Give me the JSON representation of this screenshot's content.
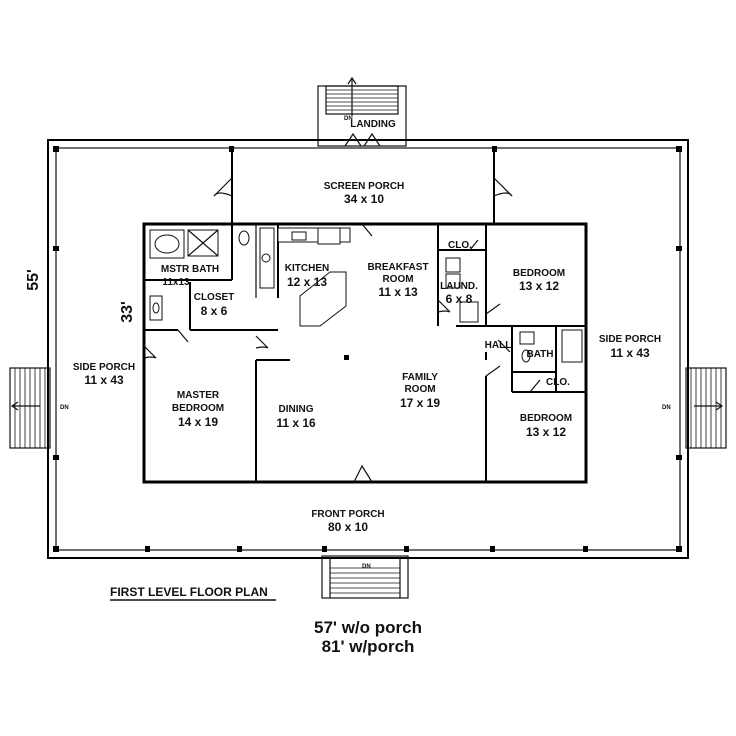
{
  "plan_title": "FIRST LEVEL FLOOR PLAN",
  "dimensions": {
    "overall_depth": "55'",
    "house_depth": "33'",
    "width_no_porch": "57' w/o porch",
    "width_with_porch": "81' w/porch"
  },
  "stair_labels": {
    "rear": "DN",
    "left": "DN",
    "right": "DN",
    "front": "DN"
  },
  "rooms": {
    "landing": {
      "name": "LANDING"
    },
    "screen_porch": {
      "name": "SCREEN PORCH",
      "size": "34 x 10"
    },
    "mstr_bath": {
      "name": "MSTR BATH",
      "size": "11x13"
    },
    "closet": {
      "name": "CLOSET",
      "size": "8 x 6"
    },
    "kitchen": {
      "name": "KITCHEN",
      "size": "12 x 13"
    },
    "breakfast": {
      "name_line1": "BREAKFAST",
      "name_line2": "ROOM",
      "size": "11 x 13"
    },
    "clo_top": {
      "name": "CLO."
    },
    "laundry": {
      "name": "LAUND.",
      "size": "6 x 8"
    },
    "bedroom_top": {
      "name": "BEDROOM",
      "size": "13 x 12"
    },
    "hall": {
      "name": "HALL"
    },
    "bath": {
      "name": "BATH"
    },
    "clo_bottom": {
      "name": "CLO."
    },
    "bedroom_bottom": {
      "name": "BEDROOM",
      "size": "13 x 12"
    },
    "side_porch_left": {
      "name": "SIDE PORCH",
      "size": "11 x 43"
    },
    "side_porch_right": {
      "name": "SIDE PORCH",
      "size": "11 x 43"
    },
    "master_bedroom": {
      "name_line1": "MASTER",
      "name_line2": "BEDROOM",
      "size": "14 x 19"
    },
    "dining": {
      "name": "DINING",
      "size": "11 x 16"
    },
    "family_room": {
      "name_line1": "FAMILY",
      "name_line2": "ROOM",
      "size": "17 x 19"
    },
    "front_porch": {
      "name": "FRONT PORCH",
      "size": "80 x 10"
    }
  }
}
